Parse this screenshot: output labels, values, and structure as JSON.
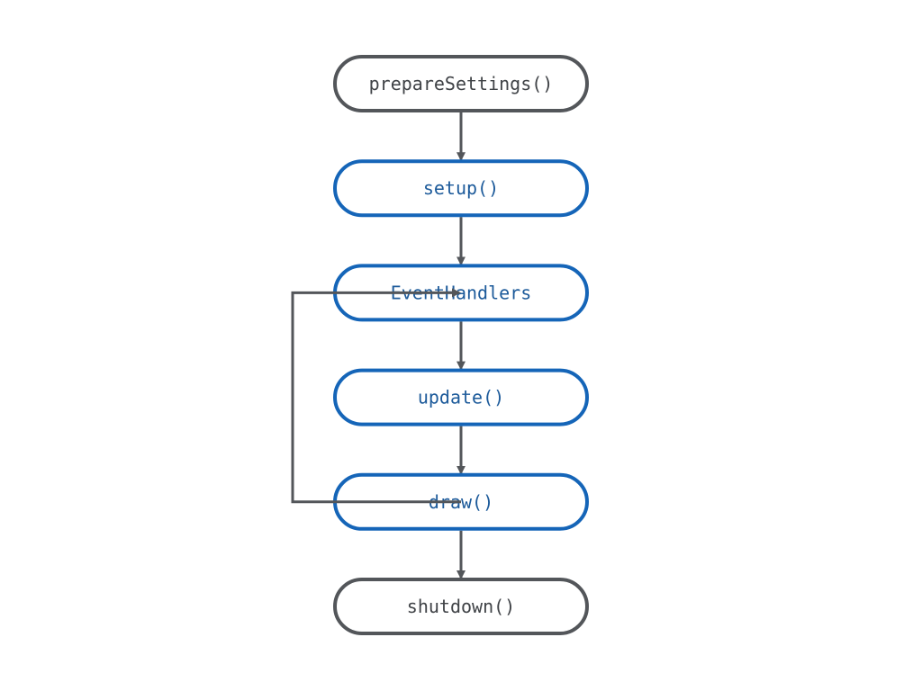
{
  "colors": {
    "background": "#ffffff",
    "gray_stroke": "#53565a",
    "gray_text": "#3f4246",
    "blue_stroke": "#1565b8",
    "blue_text": "#1c5a9a",
    "connector": "#53565a"
  },
  "nodes": [
    {
      "id": "prepare-settings",
      "label": "prepareSettings()",
      "style": "gray"
    },
    {
      "id": "setup",
      "label": "setup()",
      "style": "blue"
    },
    {
      "id": "event-handlers",
      "label": "EventHandlers",
      "style": "blue"
    },
    {
      "id": "update",
      "label": "update()",
      "style": "blue"
    },
    {
      "id": "draw",
      "label": "draw()",
      "style": "blue"
    },
    {
      "id": "shutdown",
      "label": "shutdown()",
      "style": "gray"
    }
  ],
  "edges": [
    {
      "from": "prepare-settings",
      "to": "setup"
    },
    {
      "from": "setup",
      "to": "event-handlers"
    },
    {
      "from": "event-handlers",
      "to": "update"
    },
    {
      "from": "update",
      "to": "draw"
    },
    {
      "from": "draw",
      "to": "shutdown"
    }
  ],
  "loop": {
    "from": "draw",
    "to": "event-handlers"
  }
}
